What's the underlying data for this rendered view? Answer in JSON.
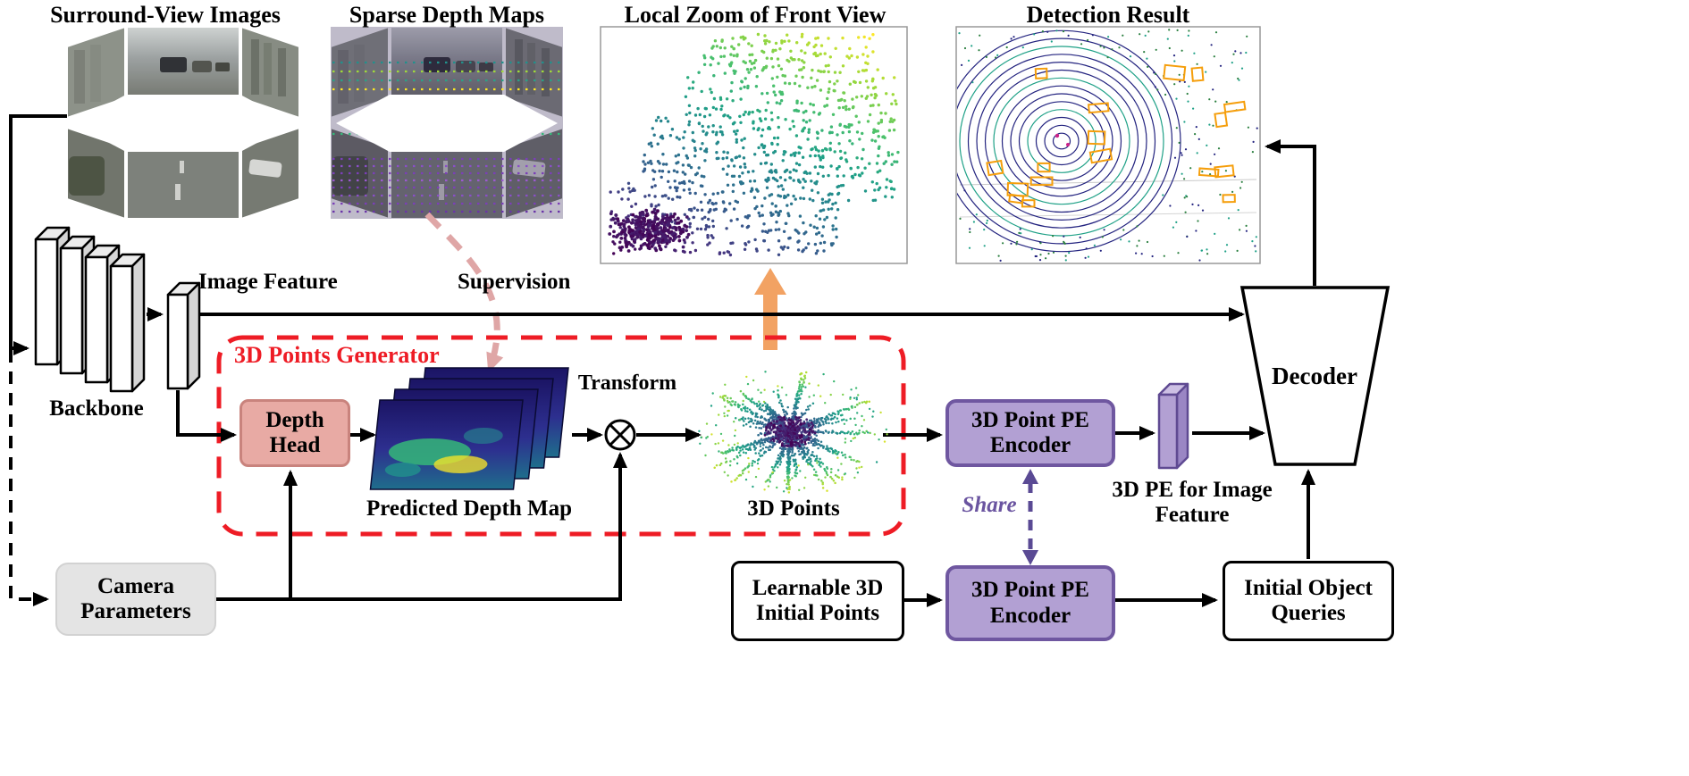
{
  "panels": {
    "surround_view_title": "Surround-View Images",
    "sparse_depth_title": "Sparse Depth Maps",
    "local_zoom_title": "Local Zoom of Front View",
    "detection_title": "Detection Result"
  },
  "labels": {
    "image_feature": "Image Feature",
    "supervision": "Supervision",
    "backbone": "Backbone",
    "generator_title": "3D Points Generator",
    "predicted_depth_map": "Predicted Depth Map",
    "transform": "Transform",
    "points_3d": "3D Points",
    "share": "Share",
    "pe_for_image_feature": "3D PE for Image Feature"
  },
  "nodes": {
    "depth_head": "Depth Head",
    "pe_encoder_top": "3D Point PE Encoder",
    "pe_encoder_bottom": "3D Point PE Encoder",
    "camera_parameters": "Camera Parameters",
    "learnable_initial_points": "Learnable 3D Initial Points",
    "initial_object_queries": "Initial Object Queries",
    "decoder": "Decoder"
  },
  "colors": {
    "generator_border": "#ee1c25",
    "depth_head_fill": "#e8aaa4",
    "depth_head_border": "#c9837d",
    "encoder_fill": "#b2a0d3",
    "encoder_border": "#6f57a0",
    "share_arrow": "#5a4a94",
    "camera_fill": "#e4e4e4",
    "supervision_arrow": "#dfa6a6",
    "zoom_arrow": "#f2a263",
    "arrow": "#000000",
    "detection_box": "#f59e0b"
  }
}
